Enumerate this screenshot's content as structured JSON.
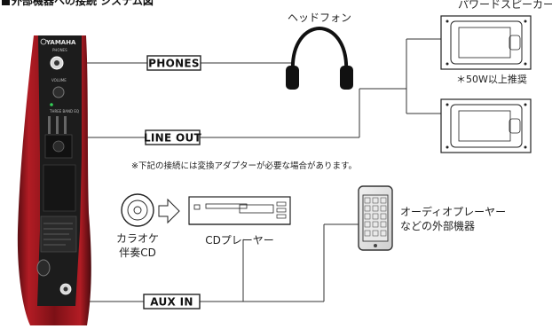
{
  "diagram": {
    "title": "外部機器への接続 システム図",
    "instrument": {
      "brand": "YAMAHA",
      "panel_labels": [
        "PHONES",
        "VOLUME",
        "THREE BAND EQ"
      ]
    },
    "ports": {
      "phones": "PHONES",
      "line_out": "LINE OUT",
      "aux_in": "AUX IN"
    },
    "devices": {
      "headphones": "ヘッドフォン",
      "powered_speaker": "パワードスピーカー",
      "speaker_note": "＊50W以上推奨",
      "cd_player": "CDプレーヤー",
      "karaoke_cd_line1": "カラオケ",
      "karaoke_cd_line2": "伴奏CD",
      "audio_player_line1": "オーディオプレーヤー",
      "audio_player_line2": "などの外部機器"
    },
    "note": "※下記の接続には変換アダプターが必要な場合があります。"
  }
}
